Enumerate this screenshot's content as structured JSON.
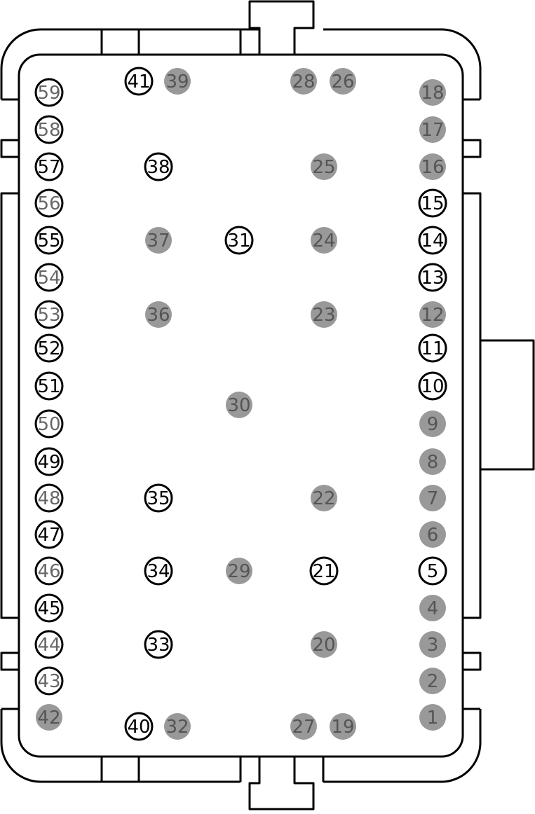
{
  "connector": {
    "pins": [
      {
        "label": "1",
        "state": "filled"
      },
      {
        "label": "2",
        "state": "filled"
      },
      {
        "label": "3",
        "state": "filled"
      },
      {
        "label": "4",
        "state": "filled"
      },
      {
        "label": "5",
        "state": "open"
      },
      {
        "label": "6",
        "state": "filled"
      },
      {
        "label": "7",
        "state": "filled"
      },
      {
        "label": "8",
        "state": "filled"
      },
      {
        "label": "9",
        "state": "filled"
      },
      {
        "label": "10",
        "state": "open"
      },
      {
        "label": "11",
        "state": "open"
      },
      {
        "label": "12",
        "state": "filled"
      },
      {
        "label": "13",
        "state": "open"
      },
      {
        "label": "14",
        "state": "open"
      },
      {
        "label": "15",
        "state": "open"
      },
      {
        "label": "16",
        "state": "filled"
      },
      {
        "label": "17",
        "state": "filled"
      },
      {
        "label": "18",
        "state": "filled"
      },
      {
        "label": "19",
        "state": "filled"
      },
      {
        "label": "20",
        "state": "filled"
      },
      {
        "label": "21",
        "state": "open"
      },
      {
        "label": "22",
        "state": "filled"
      },
      {
        "label": "23",
        "state": "filled"
      },
      {
        "label": "24",
        "state": "filled"
      },
      {
        "label": "25",
        "state": "filled"
      },
      {
        "label": "26",
        "state": "filled"
      },
      {
        "label": "27",
        "state": "filled"
      },
      {
        "label": "28",
        "state": "filled"
      },
      {
        "label": "29",
        "state": "filled"
      },
      {
        "label": "30",
        "state": "filled"
      },
      {
        "label": "31",
        "state": "open"
      },
      {
        "label": "32",
        "state": "filled"
      },
      {
        "label": "33",
        "state": "open"
      },
      {
        "label": "34",
        "state": "open"
      },
      {
        "label": "35",
        "state": "open"
      },
      {
        "label": "36",
        "state": "filled"
      },
      {
        "label": "37",
        "state": "filled"
      },
      {
        "label": "38",
        "state": "open"
      },
      {
        "label": "39",
        "state": "filled"
      },
      {
        "label": "40",
        "state": "open"
      },
      {
        "label": "41",
        "state": "open"
      },
      {
        "label": "42",
        "state": "filled"
      },
      {
        "label": "43",
        "state": "open-gray"
      },
      {
        "label": "44",
        "state": "open-gray"
      },
      {
        "label": "45",
        "state": "open"
      },
      {
        "label": "46",
        "state": "open-gray"
      },
      {
        "label": "47",
        "state": "open"
      },
      {
        "label": "48",
        "state": "open-gray"
      },
      {
        "label": "49",
        "state": "open"
      },
      {
        "label": "50",
        "state": "open-gray"
      },
      {
        "label": "51",
        "state": "open"
      },
      {
        "label": "52",
        "state": "open"
      },
      {
        "label": "53",
        "state": "open-gray"
      },
      {
        "label": "54",
        "state": "open-gray"
      },
      {
        "label": "55",
        "state": "open"
      },
      {
        "label": "56",
        "state": "open-gray"
      },
      {
        "label": "57",
        "state": "open"
      },
      {
        "label": "58",
        "state": "open-gray"
      },
      {
        "label": "59",
        "state": "open-gray"
      }
    ]
  },
  "colors": {
    "outline": "#000000",
    "filled": "#999999",
    "filled_text": "#555555",
    "open_gray_text": "#666666",
    "open_text": "#000000",
    "background": "#ffffff"
  }
}
